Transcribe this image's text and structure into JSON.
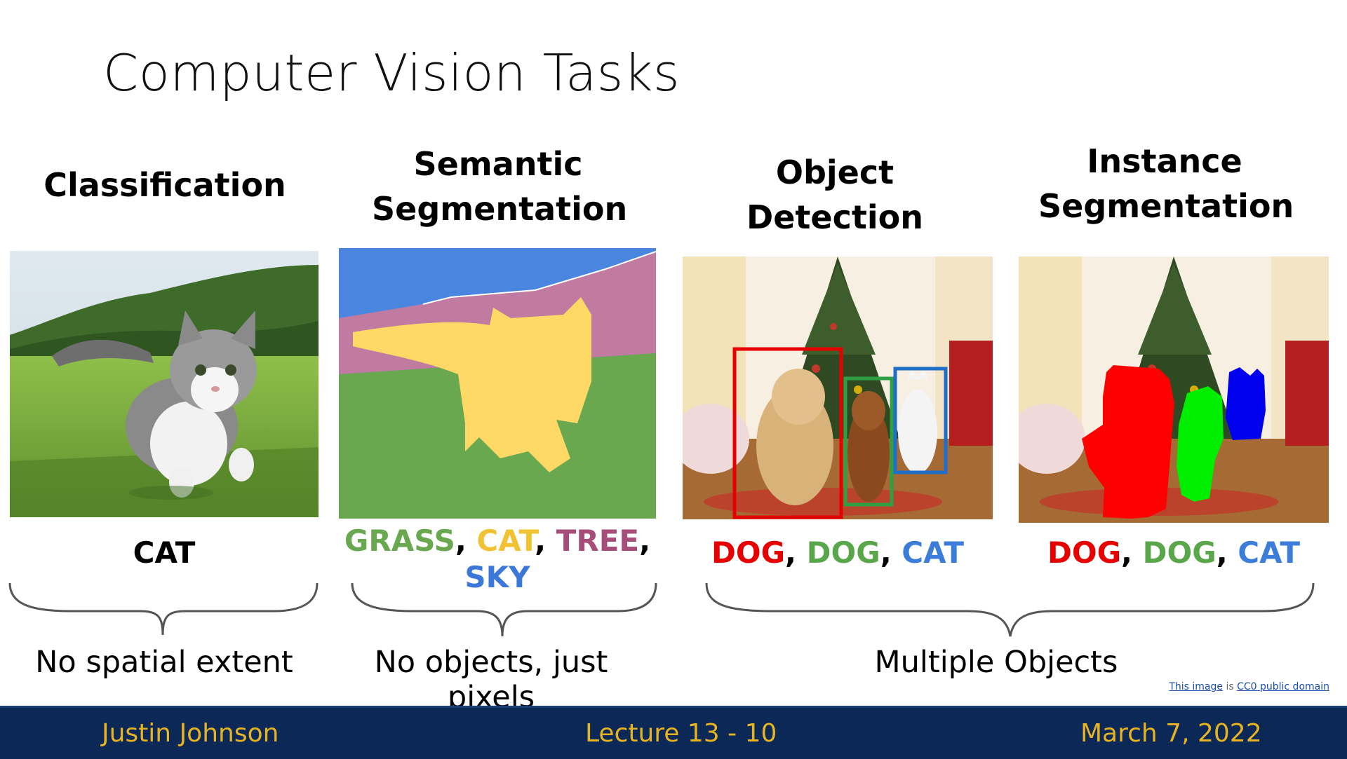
{
  "slide": {
    "title": "Computer Vision Tasks",
    "columns": [
      {
        "heading_line1": "Classification",
        "heading_line2": ""
      },
      {
        "heading_line1": "Semantic",
        "heading_line2": "Segmentation"
      },
      {
        "heading_line1": "Object",
        "heading_line2": "Detection"
      },
      {
        "heading_line1": "Instance",
        "heading_line2": "Segmentation"
      }
    ],
    "labels": {
      "classification": "CAT",
      "semantic": {
        "grass": "GRASS",
        "cat": "CAT",
        "tree": "TREE",
        "sky": "SKY"
      },
      "detection": {
        "dog1": "DOG",
        "dog2": "DOG",
        "cat": "CAT"
      },
      "instance": {
        "dog1": "DOG",
        "dog2": "DOG",
        "cat": "CAT"
      },
      "sep": ","
    },
    "captions": {
      "classification": "No spatial extent",
      "semantic": "No objects, just pixels",
      "multiple": "Multiple Objects"
    },
    "credit": {
      "link1": "This image",
      "mid": "is",
      "link2": "CC0 public domain"
    },
    "footer": {
      "author": "Justin Johnson",
      "lecture": "Lecture 13 -  10",
      "date": "March 7, 2022"
    }
  },
  "colors": {
    "grass": "#6aa84f",
    "cat": "#f1c232",
    "tree": "#a64d79",
    "sky": "#3c78d8",
    "dog_red": "#e60000",
    "dog_green": "#5aa64a",
    "cat_blue": "#3b7dd8",
    "footer_bg": "#0b2857",
    "footer_text": "#e6b422"
  }
}
